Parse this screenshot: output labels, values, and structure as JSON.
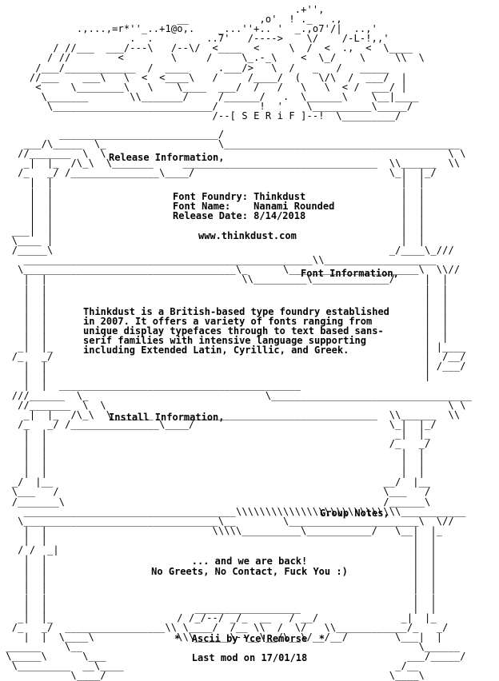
{
  "logo_art": "                                                  .+'',\n                              __            ,o'  ! ._   .,\n             .,...,=r*''_..+1@o,.    _...''+.. '  _.,o7'/|  ..,'\n                      .  .         ..7'   /---->    \\/    /-L-!,,'\n         / //___  ___/---\\   /--\\/  <____  <     \\  /  <  .,  <  \\____\n        / //        <        \\     /     \\_.-_\\    <  \\_/    \\     \\\\  \\\n      /___/____________  /  ____     .___/>   \\  /   _   /   _____\n     //___    ___\\   \\  <  <____\\   /     /____/  (   \\/\\  /  ___/  |\n      <     \\________\\   \\    \\____  ___/  /   /   \\   \\  < /  ___/ |\n       \\_______       \\\\_______/     /______/   .  \\______\\    \\__|____\n        \\___________________________/       !  '    \\__________\\_____/\n                                    /--[ S E R i F ]--!  \\_________/",
  "sections": {
    "release": {
      "title": "Release Information,",
      "foundry": "Font Foundry: Thinkdust",
      "name": "Font Name:    Nanami Rounded",
      "date": "Release Date: 8/14/2018",
      "url": "www.thinkdust.com"
    },
    "font": {
      "title": "Font Information,",
      "body": "Thinkdust is a British-based type foundry established\nin 2007. It offers a variety of fonts ranging from\nunique display typefaces through to text based sans-\nserif families with intensive language supporting\nincluding Extended Latin, Cyrillic, and Greek."
    },
    "install": {
      "title": "Install Information,"
    },
    "group": {
      "title": "Group Notes,",
      "line1": "... and we are back!",
      "line2": "No Greets, No Contact, Fuck You :)"
    }
  },
  "footer": {
    "credit": "*  Ascii by Yce!Remorse  *",
    "last_mod": "Last mod on 17/01/18"
  }
}
